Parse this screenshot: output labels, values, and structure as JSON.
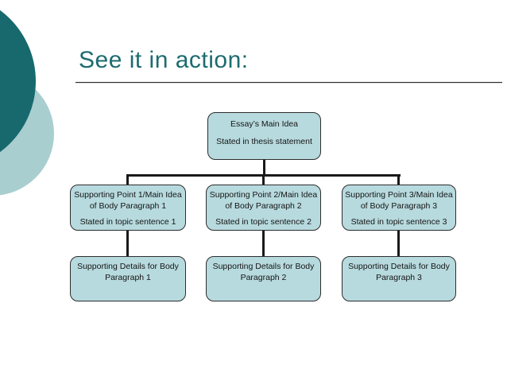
{
  "slide": {
    "title": "See it in action:"
  },
  "colors": {
    "title_text": "#1d6b6f",
    "title_underline": "#2e2e2e",
    "decor_circle_dark": "#17696d",
    "decor_circle_light": "#a9cecf",
    "node_fill": "#b7dade",
    "node_border": "#2d2d2d",
    "connector": "#1a1a1a",
    "body_text": "#151515",
    "background": "#ffffff"
  },
  "diagram": {
    "root": {
      "heading": "Essay’s Main Idea",
      "note": "Stated in thesis statement"
    },
    "columns": [
      {
        "point_heading": "Supporting Point 1/Main Idea of Body Paragraph 1",
        "point_note": "Stated in topic sentence 1",
        "details": "Supporting Details for Body Paragraph 1"
      },
      {
        "point_heading": "Supporting Point 2/Main Idea of Body Paragraph 2",
        "point_note": "Stated in topic sentence 2",
        "details": "Supporting Details for Body Paragraph 2"
      },
      {
        "point_heading": "Supporting Point 3/Main Idea of Body Paragraph 3",
        "point_note": "Stated in topic sentence 3",
        "details": "Supporting Details for Body Paragraph 3"
      }
    ]
  }
}
